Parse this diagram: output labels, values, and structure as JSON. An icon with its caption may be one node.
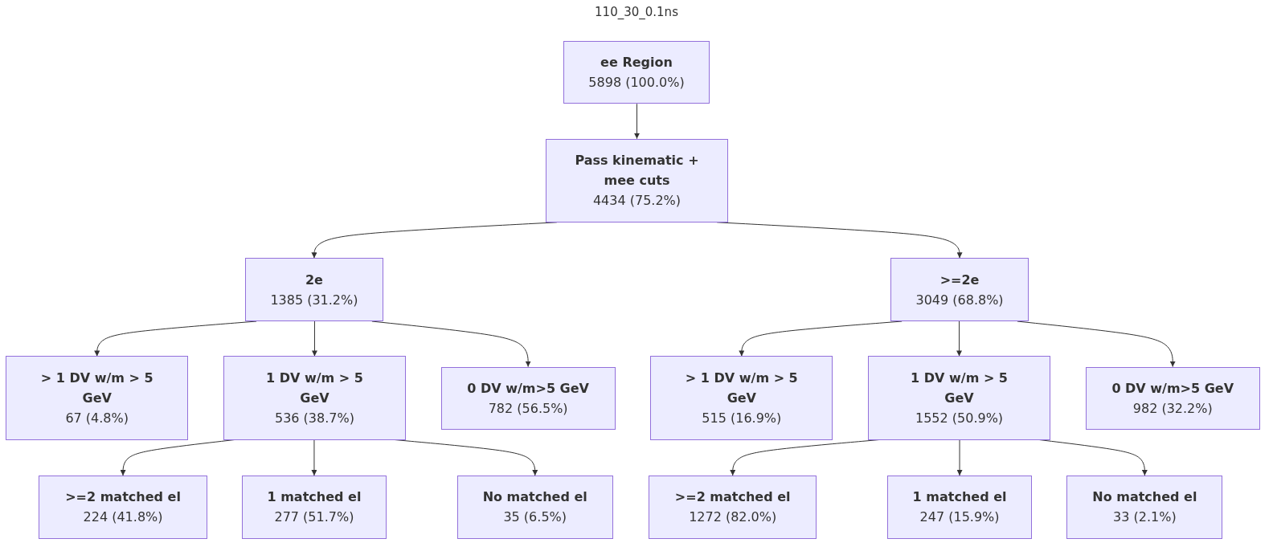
{
  "diagram": {
    "title": "110_30_0.1ns",
    "nodes": [
      {
        "text": [
          "ee Region",
          "5898 (100.0%)"
        ]
      },
      {
        "text": [
          "Pass kinematic + mee cuts",
          "4434 (75.2%)"
        ]
      },
      {
        "text": [
          "2e",
          "1385 (31.2%)"
        ]
      },
      {
        "text": [
          ">=2e",
          "3049 (68.8%)"
        ]
      },
      {
        "text": [
          "> 1 DV w/m > 5 GeV",
          "67 (4.8%)"
        ]
      },
      {
        "text": [
          "1 DV w/m > 5 GeV",
          "536 (38.7%)"
        ]
      },
      {
        "text": [
          "0 DV w/m>5 GeV",
          "782 (56.5%)"
        ]
      },
      {
        "text": [
          "> 1 DV w/m > 5 GeV",
          "515 (16.9%)"
        ]
      },
      {
        "text": [
          "1 DV w/m > 5 GeV",
          "1552 (50.9%)"
        ]
      },
      {
        "text": [
          "0 DV w/m>5 GeV",
          "982 (32.2%)"
        ]
      },
      {
        "text": [
          ">=2 matched el",
          "224 (41.8%)"
        ]
      },
      {
        "text": [
          "1 matched el",
          "277 (51.7%)"
        ]
      },
      {
        "text": [
          "No matched el",
          "35 (6.5%)"
        ]
      },
      {
        "text": [
          ">=2 matched el",
          "1272 (82.0%)"
        ]
      },
      {
        "text": [
          "1 matched el",
          "247 (15.9%)"
        ]
      },
      {
        "text": [
          "No matched el",
          "33 (2.1%)"
        ]
      }
    ],
    "edges": [
      {
        "from": 0,
        "to": 1,
        "arrow": "to"
      },
      {
        "from": 1,
        "to": 2,
        "arrow": "to"
      },
      {
        "from": 1,
        "to": 3,
        "arrow": "to"
      },
      {
        "from": 2,
        "to": 4,
        "arrow": "to"
      },
      {
        "from": 2,
        "to": 5,
        "arrow": "to"
      },
      {
        "from": 2,
        "to": 6,
        "arrow": "to"
      },
      {
        "from": 3,
        "to": 7,
        "arrow": "to"
      },
      {
        "from": 3,
        "to": 8,
        "arrow": "to"
      },
      {
        "from": 3,
        "to": 9,
        "arrow": "to"
      },
      {
        "from": 5,
        "to": 10,
        "arrow": "to"
      },
      {
        "from": 5,
        "to": 11,
        "arrow": "to"
      },
      {
        "from": 5,
        "to": 12,
        "arrow": "to"
      },
      {
        "from": 8,
        "to": 13,
        "arrow": "to"
      },
      {
        "from": 8,
        "to": 14,
        "arrow": "to"
      },
      {
        "from": 8,
        "to": 15,
        "arrow": "to"
      }
    ]
  }
}
